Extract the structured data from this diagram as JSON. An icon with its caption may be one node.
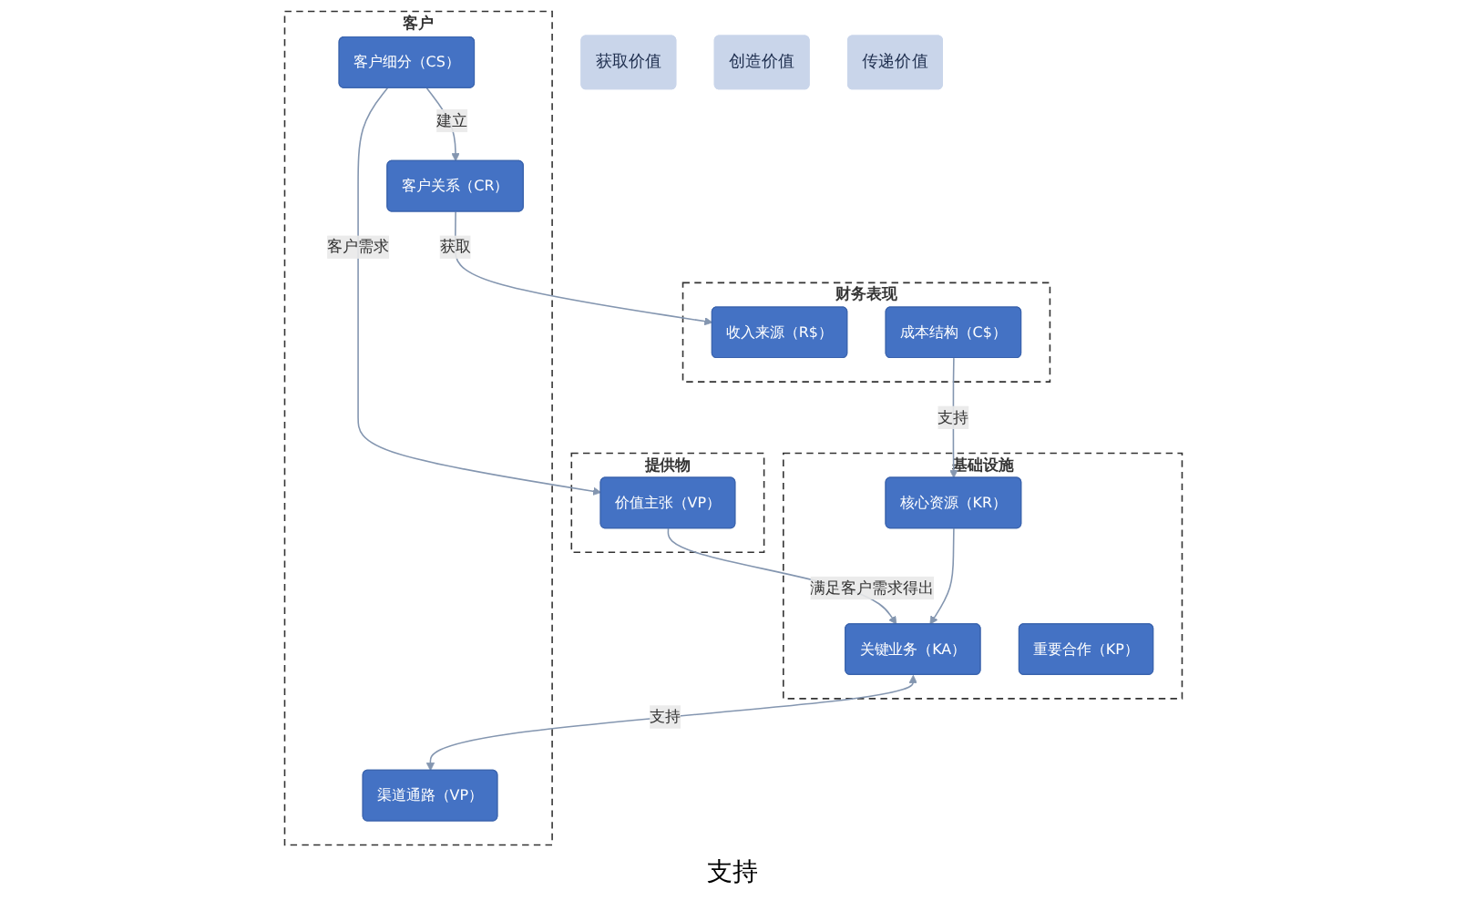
{
  "diagram": {
    "nodes": [
      {
        "text": [
          "获取价值"
        ]
      },
      {
        "text": [
          "创造价值"
        ]
      },
      {
        "text": [
          "传递价值"
        ]
      },
      {
        "text": [
          "基础设施"
        ]
      },
      {
        "text": [
          "关键业务（KA）"
        ],
        "in": 3
      },
      {
        "text": [
          "重要合作（KP）"
        ],
        "in": 3
      },
      {
        "text": [
          "核心资源（KR）"
        ],
        "in": 3
      },
      {
        "text": [
          "提供物"
        ]
      },
      {
        "text": [
          "价值主张（VP）"
        ],
        "in": 7
      },
      {
        "text": [
          "客户"
        ]
      },
      {
        "text": [
          "客户关系（CR）"
        ],
        "in": 9
      },
      {
        "text": [
          "客户细分（CS）"
        ],
        "in": 9
      },
      {
        "text": [
          "渠道通路（VP）"
        ],
        "in": 9
      },
      {
        "text": [
          "财务表现"
        ]
      },
      {
        "text": [
          "成本结构（C$）"
        ],
        "in": 13
      },
      {
        "text": [
          "收入来源（R$）"
        ],
        "in": 13
      }
    ],
    "edges": [
      {
        "from": 6,
        "to": 4,
        "arrow": "to"
      },
      {
        "from": 14,
        "to": 6,
        "label": "支持",
        "arrow": "to"
      },
      {
        "from": 8,
        "to": 4,
        "label": "满足客户需求得出",
        "arrow": "to"
      },
      {
        "from": 11,
        "to": 8,
        "label": "客户需求",
        "arrow": "to"
      },
      {
        "from": 11,
        "to": 10,
        "label": "建立",
        "arrow": "to"
      },
      {
        "from": 4,
        "to": 12,
        "label": "支持",
        "arrow": "both"
      },
      {
        "from": 10,
        "to": 15,
        "label": "获取",
        "arrow": "to"
      }
    ],
    "labels": [
      "支持"
    ]
  }
}
